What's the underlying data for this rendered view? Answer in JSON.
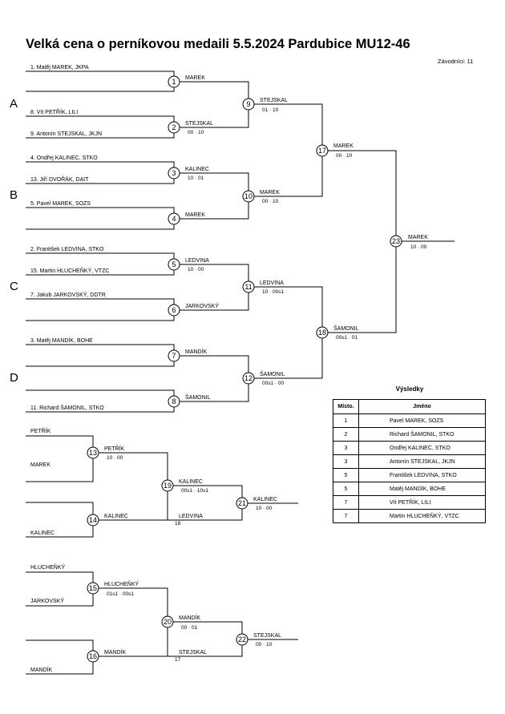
{
  "title": "Velká cena o perníkovou medaili  5.5.2024  Pardubice   MU12-46",
  "competitors_count": "Závodníci: 11",
  "groups": [
    "A",
    "B",
    "C",
    "D"
  ],
  "entrants": [
    "1. Matěj MAREK, JKPA",
    "8. Vít PETŘÍK, LILI",
    "9. Antonín STEJSKAL, JKJN",
    "4. Ondřej KALINEC, STKO",
    "13. Jiří DVOŘÁK, DAIT",
    "5. Pavel MAREK, SOZS",
    "2. František LEDVINA, STKO",
    "15. Martin HLUCHEŇKÝ, VTZC",
    "7. Jakub JARKOVSKÝ, DDTR",
    "3. Matěj MANDÍK, BOHE",
    "11. Richard ŠAMONIL, STKO"
  ],
  "repechage_entrants": [
    "PETŘÍK",
    "MAREK",
    "KALINEC",
    "HLUCHEŇKÝ",
    "JARKOVSKÝ",
    "MANDÍK"
  ],
  "matches": {
    "m1": {
      "num": "1",
      "winner": "MAREK",
      "score": ""
    },
    "m2": {
      "num": "2",
      "winner": "STEJSKAL",
      "score": "00 · 10"
    },
    "m3": {
      "num": "3",
      "winner": "KALINEC",
      "score": "10 · 01"
    },
    "m4": {
      "num": "4",
      "winner": "MAREK",
      "score": ""
    },
    "m5": {
      "num": "5",
      "winner": "LEDVINA",
      "score": "10 · 00"
    },
    "m6": {
      "num": "6",
      "winner": "JARKOVSKÝ",
      "score": ""
    },
    "m7": {
      "num": "7",
      "winner": "MANDÍK",
      "score": ""
    },
    "m8": {
      "num": "8",
      "winner": "ŠAMONIL",
      "score": ""
    },
    "m9": {
      "num": "9",
      "winner": "STEJSKAL",
      "score": "01 · 10"
    },
    "m10": {
      "num": "10",
      "winner": "MAREK",
      "score": "00 · 10"
    },
    "m11": {
      "num": "11",
      "winner": "LEDVINA",
      "score": "10 · 00s1"
    },
    "m12": {
      "num": "12",
      "winner": "ŠAMONIL",
      "score": "00s1 · 00"
    },
    "m17": {
      "num": "17",
      "winner": "MAREK",
      "score": "00 · 10"
    },
    "m18": {
      "num": "18",
      "winner": "ŠAMONIL",
      "score": "00s1 · 01"
    },
    "m23": {
      "num": "23",
      "winner": "MAREK",
      "score": "10 · 00"
    },
    "m13": {
      "num": "13",
      "winner": "PETŘÍK",
      "score": "10 · 00"
    },
    "m14": {
      "num": "14",
      "winner": "KALINEC",
      "score": ""
    },
    "m19": {
      "num": "19",
      "winner": "KALINEC",
      "score": "00s1 · 10s1"
    },
    "m19b": {
      "winner": "LEDVINA",
      "note": "18"
    },
    "m21": {
      "num": "21",
      "winner": "KALINEC",
      "score": "10 · 00"
    },
    "m15": {
      "num": "15",
      "winner": "HLUCHEŇKÝ",
      "score": "01s1 · 00s1"
    },
    "m16": {
      "num": "16",
      "winner": "MANDÍK",
      "score": ""
    },
    "m20": {
      "num": "20",
      "winner": "MANDÍK",
      "score": "00 · 01"
    },
    "m20b": {
      "winner": "STEJSKAL",
      "note": "17"
    },
    "m22": {
      "num": "22",
      "winner": "STEJSKAL",
      "score": "00 · 10"
    }
  },
  "results": {
    "title": "Výsledky",
    "headers": {
      "place": "Místo.",
      "name": "Jméno"
    },
    "rows": [
      {
        "place": "1",
        "name": "Pavel MAREK, SOZS"
      },
      {
        "place": "2",
        "name": "Richard ŠAMONIL, STKO"
      },
      {
        "place": "3",
        "name": "Ondřej KALINEC, STKO"
      },
      {
        "place": "3",
        "name": "Antonín STEJSKAL, JKJN"
      },
      {
        "place": "5",
        "name": "František LEDVINA, STKO"
      },
      {
        "place": "5",
        "name": "Matěj MANDÍK, BOHE"
      },
      {
        "place": "7",
        "name": "Vít PETŘÍK, LILI"
      },
      {
        "place": "7",
        "name": "Martin HLUCHEŇKÝ, VTZC"
      }
    ]
  }
}
